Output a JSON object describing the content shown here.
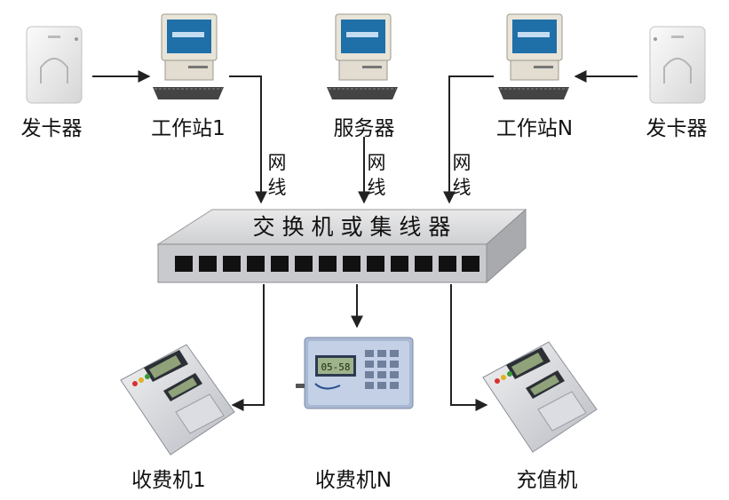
{
  "nodes": {
    "card_issuer_left": "发卡器",
    "workstation_1": "工作站1",
    "server": "服务器",
    "workstation_n": "工作站N",
    "card_issuer_right": "发卡器",
    "pos_1": "收费机1",
    "pos_n": "收费机N",
    "recharge": "充值机"
  },
  "switch": {
    "label": "交 换 机 或 集 线 器"
  },
  "wire": {
    "line1": "网",
    "line2": "线"
  },
  "device_screen": {
    "reading": "05-58"
  }
}
